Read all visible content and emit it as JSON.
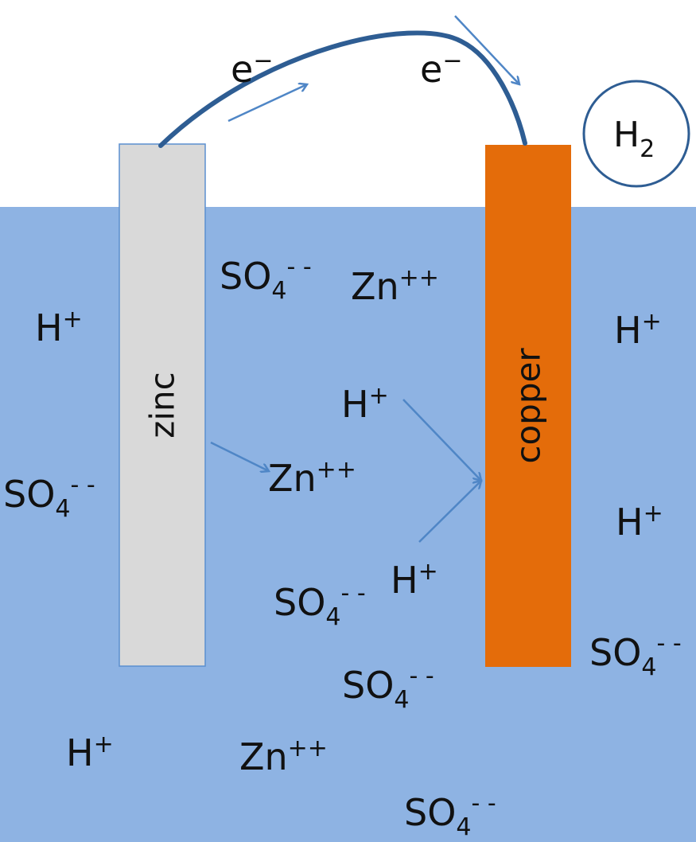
{
  "colors": {
    "background": "#ffffff",
    "solution": "#8eb3e3",
    "zinc": "#d9d9d9",
    "zinc_border": "#5b8fd0",
    "copper": "#e46c0a",
    "wire": "#2e5d93",
    "arrow": "#4f86c6",
    "h2_circle": "#2e5d93"
  },
  "electrodes": {
    "zinc": {
      "label": "zinc"
    },
    "copper": {
      "label": "copper"
    }
  },
  "electrons": [
    {
      "base": "e",
      "sup": "−"
    },
    {
      "base": "e",
      "sup": "−"
    }
  ],
  "gas": {
    "base": "H",
    "sub": "2"
  },
  "ions": [
    {
      "base": "SO",
      "sub": "4",
      "sup": "- -"
    },
    {
      "base": "Zn",
      "sup": "++"
    },
    {
      "base": "H",
      "sup": "+"
    },
    {
      "base": "H",
      "sup": "+"
    },
    {
      "base": "H",
      "sup": "+"
    },
    {
      "base": "SO",
      "sub": "4",
      "sup": "- -"
    },
    {
      "base": "Zn",
      "sup": "++"
    },
    {
      "base": "H",
      "sup": "+"
    },
    {
      "base": "H",
      "sup": "+"
    },
    {
      "base": "SO",
      "sub": "4",
      "sup": "- -"
    },
    {
      "base": "SO",
      "sub": "4",
      "sup": "- -"
    },
    {
      "base": "SO",
      "sub": "4",
      "sup": "- -"
    },
    {
      "base": "H",
      "sup": "+"
    },
    {
      "base": "Zn",
      "sup": "++"
    },
    {
      "base": "SO",
      "sub": "4",
      "sup": "- -"
    }
  ]
}
